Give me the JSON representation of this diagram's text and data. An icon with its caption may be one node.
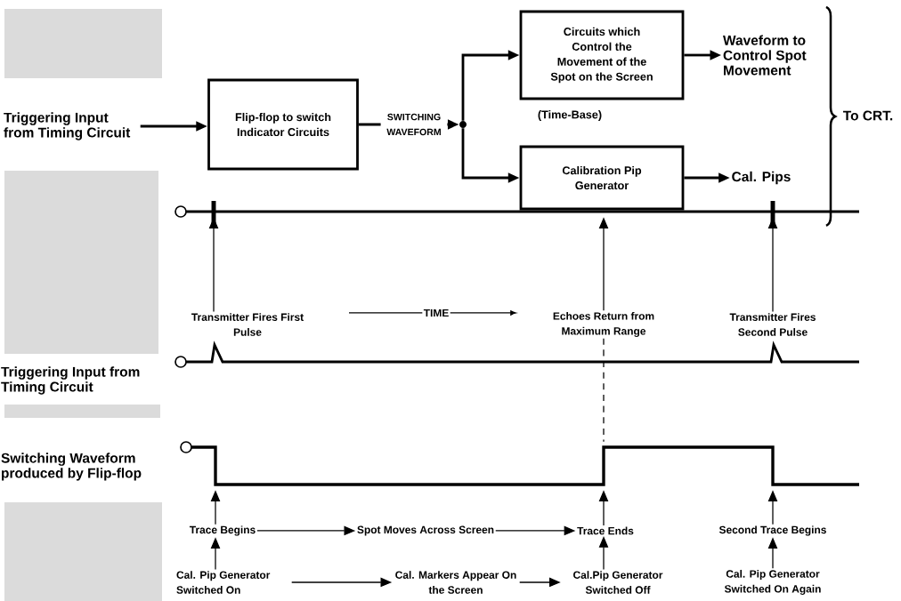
{
  "diagram": {
    "nodes": [
      {
        "text": [
          "Triggering Input from Timing Circuit"
        ]
      },
      {
        "text": [
          "Flip-flop to switch Indicator Circuits"
        ]
      },
      {
        "text": [],
        "shape": "circle"
      },
      {
        "text": [
          "Circuits which Control the Movement of the Spot on the Screen"
        ],
        "beside": [
          "(Time-Base)"
        ]
      },
      {
        "text": [
          "Calibration Pip Generator"
        ]
      },
      {
        "text": [
          "Waveform to Control Spot Movement"
        ]
      },
      {
        "text": [
          "Cal. Pips"
        ]
      },
      {
        "text": [
          "Transmitter Fires First Pulse"
        ]
      },
      {
        "text": [
          "Echoes Return from Maximum Range"
        ]
      },
      {
        "text": [
          "Transmitter Fires Second Pulse"
        ]
      },
      {
        "text": [
          "Trace Begins"
        ]
      },
      {
        "text": [
          "Spot Moves Across Screen"
        ]
      },
      {
        "text": [
          "Trace Ends"
        ]
      },
      {
        "text": [
          "Second Trace Begins"
        ]
      },
      {
        "text": [
          "Cal. Pip Generator Switched On"
        ]
      },
      {
        "text": [
          "Cal. Markers Appear On the Screen"
        ]
      },
      {
        "text": [
          "Cal.Pip Generator Switched Off"
        ]
      },
      {
        "text": [
          "Cal. Pip Generator Switched On Again"
        ]
      },
      {
        "text": [],
        "shape": "picture"
      },
      {
        "text": [],
        "shape": "picture"
      }
    ],
    "edges": [
      {
        "from": 0,
        "to": 1,
        "arrow": "to",
        "style": "thick"
      },
      {
        "from": 1,
        "to": 2,
        "arrow": "to",
        "label": "SWITCHING WAVEFORM",
        "style": "thick"
      },
      {
        "from": 2,
        "to": 3,
        "arrow": "to",
        "style": "thick"
      },
      {
        "from": 2,
        "to": 4,
        "arrow": "to",
        "style": "thick"
      },
      {
        "from": 3,
        "to": 5,
        "arrow": "to",
        "style": "thick"
      },
      {
        "from": 4,
        "to": 6,
        "arrow": "to",
        "style": "thick"
      },
      {
        "from": 7,
        "to": 18,
        "arrow": "to"
      },
      {
        "from": 8,
        "to": 18,
        "arrow": "to"
      },
      {
        "from": 9,
        "to": 18,
        "arrow": "to"
      },
      {
        "from": 8,
        "to": 19,
        "arrow": "none",
        "style": "dashed"
      },
      {
        "from": 10,
        "to": 19,
        "arrow": "to"
      },
      {
        "from": 12,
        "to": 19,
        "arrow": "to"
      },
      {
        "from": 13,
        "to": 19,
        "arrow": "to"
      },
      {
        "from": 10,
        "to": 11,
        "arrow": "to"
      },
      {
        "from": 11,
        "to": 12,
        "arrow": "to"
      },
      {
        "from": 14,
        "to": 10,
        "arrow": "to"
      },
      {
        "from": 14,
        "to": 15,
        "arrow": "to"
      },
      {
        "from": 15,
        "to": 16,
        "arrow": "to"
      },
      {
        "from": 16,
        "to": 12,
        "arrow": "to"
      },
      {
        "from": 17,
        "to": 13,
        "arrow": "to"
      }
    ],
    "labels": [
      "TIME",
      "Triggering Input from Timing Circuit",
      "Switching Waveform produced by Flip-flop",
      "To CRT."
    ]
  }
}
